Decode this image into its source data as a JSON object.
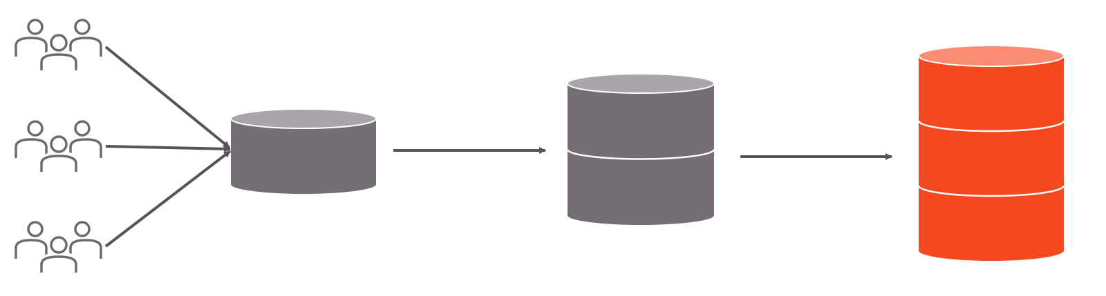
{
  "diagram": {
    "colors": {
      "background": "#ffffff",
      "icon_stroke": "#6b6b6b",
      "arrow": "#555555",
      "db_gray_body": "#756e75",
      "db_gray_top": "#a9a5aa",
      "db_orange_body": "#f4481e",
      "db_orange_top": "#f98d74",
      "segment_line": "#ffffff"
    },
    "user_groups": [
      {
        "icon": "user-group-icon"
      },
      {
        "icon": "user-group-icon"
      },
      {
        "icon": "user-group-icon"
      }
    ],
    "databases": [
      {
        "icon": "database-icon",
        "segments": 1,
        "color": "gray"
      },
      {
        "icon": "database-icon",
        "segments": 2,
        "color": "gray"
      },
      {
        "icon": "database-icon",
        "segments": 3,
        "color": "orange"
      }
    ],
    "arrows": [
      {
        "from": "user-group-1",
        "to": "database-1"
      },
      {
        "from": "user-group-2",
        "to": "database-1"
      },
      {
        "from": "user-group-3",
        "to": "database-1"
      },
      {
        "from": "database-1",
        "to": "database-2"
      },
      {
        "from": "database-2",
        "to": "database-3"
      }
    ]
  }
}
